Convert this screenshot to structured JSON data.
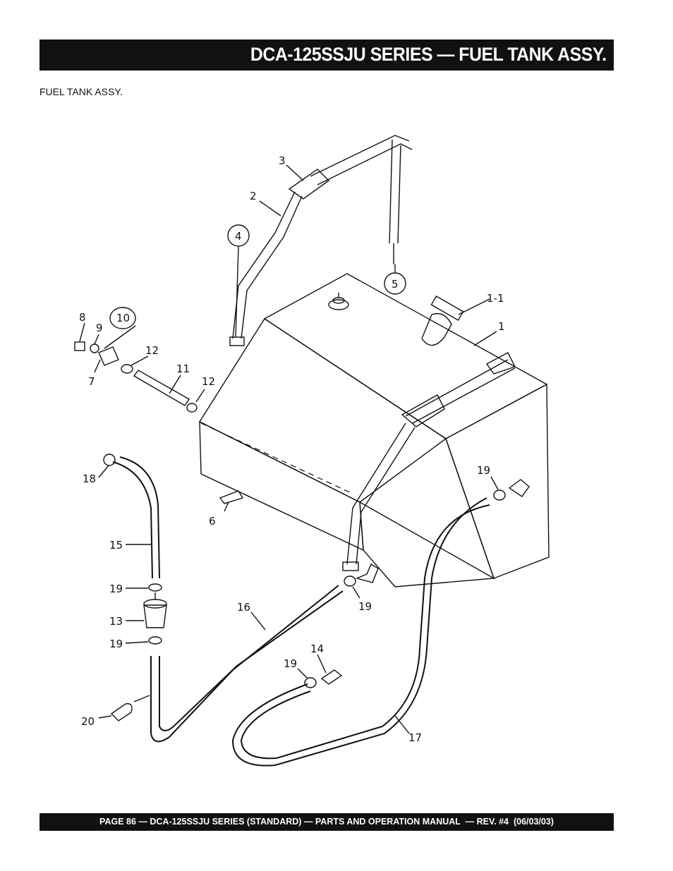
{
  "header": {
    "title": "DCA-125SSJU SERIES — FUEL TANK ASSY."
  },
  "section": {
    "label": "FUEL TANK ASSY."
  },
  "footer": {
    "text": "PAGE 86 — DCA-125SSJU SERIES (STANDARD) — PARTS AND OPERATION MANUAL  — REV. #4  (06/03/03)"
  },
  "callouts": {
    "c1": "1",
    "c1_1": "1-1",
    "c2": "2",
    "c3": "3",
    "c4": "4",
    "c5": "5",
    "c6": "6",
    "c7": "7",
    "c8": "8",
    "c9": "9",
    "c10": "10",
    "c11": "11",
    "c12a": "12",
    "c12b": "12",
    "c13": "13",
    "c14": "14",
    "c15": "15",
    "c16": "16",
    "c17": "17",
    "c18": "18",
    "c19a": "19",
    "c19b": "19",
    "c19c": "19",
    "c19d": "19",
    "c19e": "19",
    "c20": "20"
  }
}
